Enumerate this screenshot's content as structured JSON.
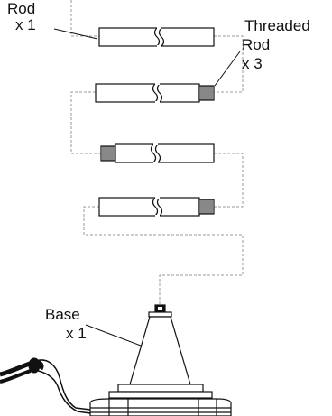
{
  "labels": {
    "rod": {
      "title": "Rod",
      "quantity": "x 1"
    },
    "threaded_rod": {
      "title": "Threaded",
      "title_line2": "Rod",
      "quantity": "x 3"
    },
    "base": {
      "title": "Base",
      "quantity": "x 1"
    }
  },
  "colors": {
    "line": "#111111",
    "dashed_path": "#9a9a9a",
    "background": "#ffffff"
  }
}
